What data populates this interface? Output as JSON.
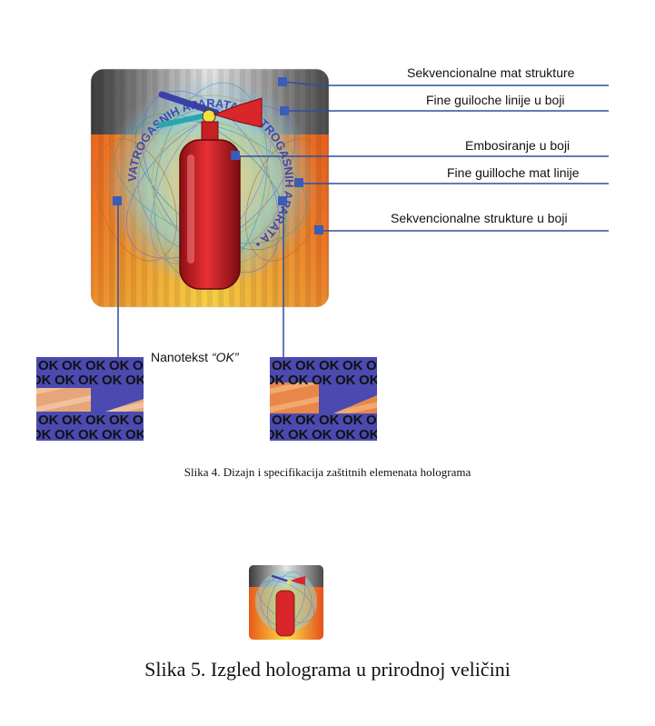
{
  "callouts": [
    {
      "text": "Sekvencionalne mat strukture"
    },
    {
      "text": "Fine guiloche linije u boji"
    },
    {
      "text": "Embosiranje u boji"
    },
    {
      "text": "Fine guilloche mat linije"
    },
    {
      "text": "Sekvencionalne strukture u boji"
    }
  ],
  "nanotext": {
    "label": "Nanotekst",
    "quote": "“OK”",
    "sample": "OK"
  },
  "captions": {
    "figure4": "Slika 4. Dizajn i specifikacija zaštitnih elemenata holograma",
    "figure5": "Slika 5. Izgled holograma u prirodnoj veličini"
  },
  "hologram_text": "VATROGASNIH APARATA",
  "colors": {
    "callout_line": "#2e4fa3",
    "marker": "#3b5cb8",
    "extinguisher": "#d9262a",
    "orange": "#f26a1b",
    "gray_top": "#7a7a7a",
    "nano_bg": "#4a4ab0"
  }
}
